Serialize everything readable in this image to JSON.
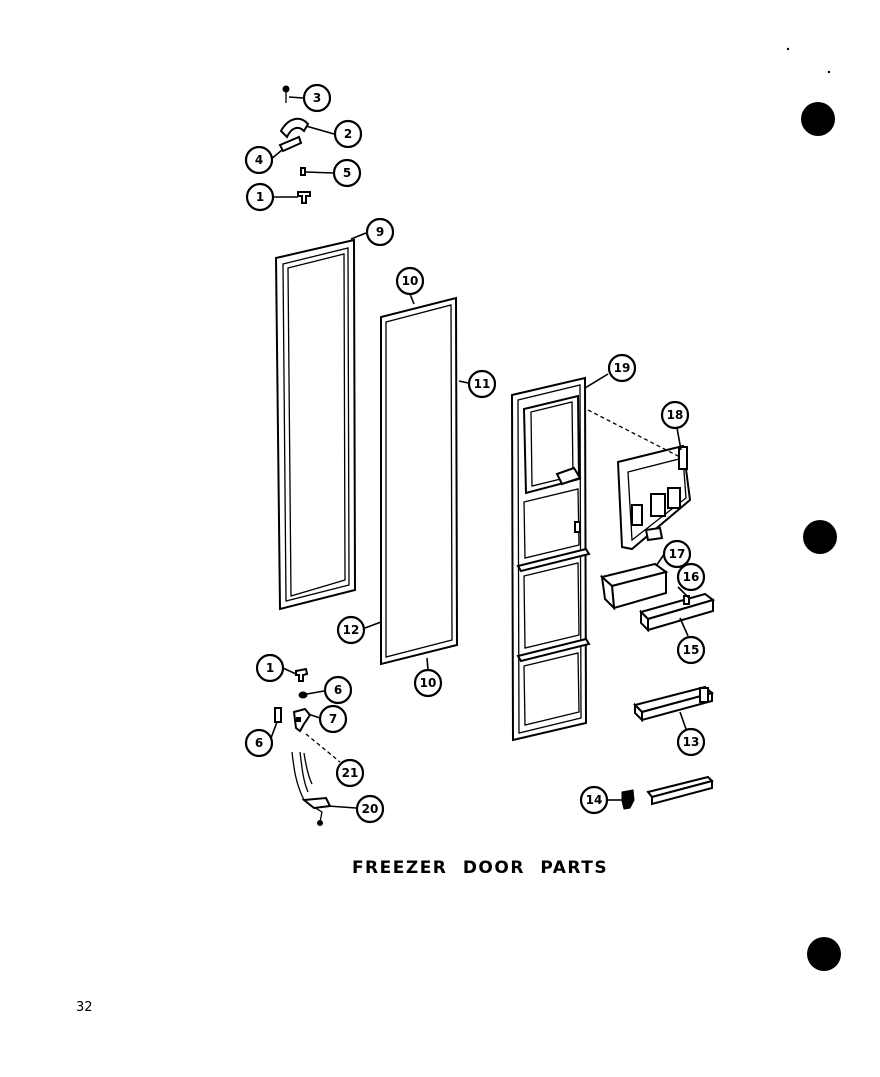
{
  "title": "FREEZER DOOR PARTS",
  "page_number": "32",
  "callouts": {
    "c1a": "1",
    "c2": "2",
    "c3": "3",
    "c4": "4",
    "c5": "5",
    "c9": "9",
    "c10a": "10",
    "c11": "11",
    "c12": "12",
    "c10b": "10",
    "c19": "19",
    "c18": "18",
    "c17": "17",
    "c16": "16",
    "c15": "15",
    "c13": "13",
    "c14": "14",
    "c1b": "1",
    "c6a": "6",
    "c7": "7",
    "c6b": "6",
    "c21": "21",
    "c20": "20"
  }
}
